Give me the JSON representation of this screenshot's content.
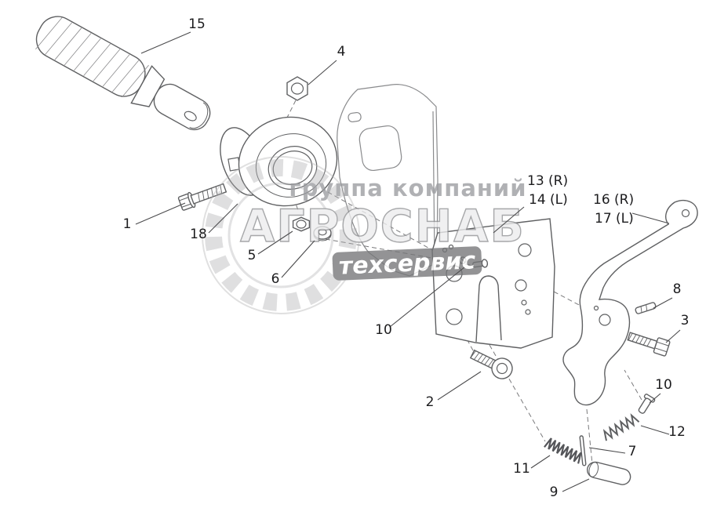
{
  "diagram": {
    "kind": "exploded-parts-diagram",
    "background": "#ffffff"
  },
  "colors": {
    "part_line": "#5f6062",
    "plate_line": "#8a8b8d",
    "label_text": "#1c1c1e",
    "leader_line": "#4b4b4d",
    "watermark_gray": "#9b9ca0",
    "watermark_letters": "#ededee",
    "watermark_letters_outline": "#8f9093",
    "watermark_band": "#757678",
    "watermark_band_text": "#ffffff"
  },
  "watermark": {
    "top": "группа компаний",
    "middle": "АГРОСНАБ",
    "bottom": "техсервис"
  },
  "callouts": {
    "c15": "15",
    "c4": "4",
    "c1": "1",
    "c18": "18",
    "c5": "5",
    "c6": "6",
    "c13": "13 (R)",
    "c14": "14 (L)",
    "c16": "16 (R)",
    "c17": "17 (L)",
    "c10a": "10",
    "c2": "2",
    "c8": "8",
    "c3": "3",
    "c10b": "10",
    "c12": "12",
    "c7": "7",
    "c11": "11",
    "c9": "9"
  }
}
